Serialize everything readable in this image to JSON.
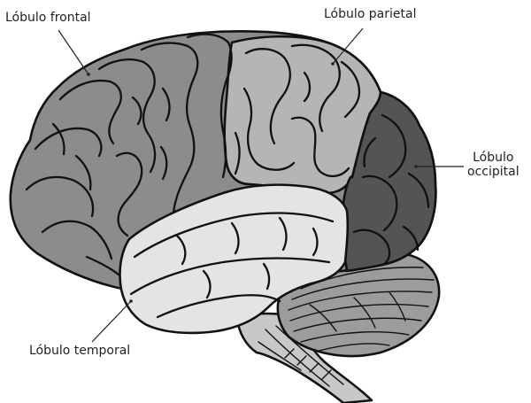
{
  "labels": {
    "frontal": "Lóbulo frontal",
    "parietal": "Lóbulo parietal",
    "occipital_line1": "Lóbulo",
    "occipital_line2": "occipital",
    "temporal": "Lóbulo temporal"
  },
  "colors": {
    "frontal_lobe": "#8c8c8c",
    "parietal_lobe": "#b5b5b5",
    "occipital_lobe": "#545454",
    "temporal_lobe": "#e4e4e4",
    "cerebellum": "#9c9c9c",
    "brainstem": "#c8c8c8",
    "outline": "#111111",
    "background": "#ffffff"
  }
}
